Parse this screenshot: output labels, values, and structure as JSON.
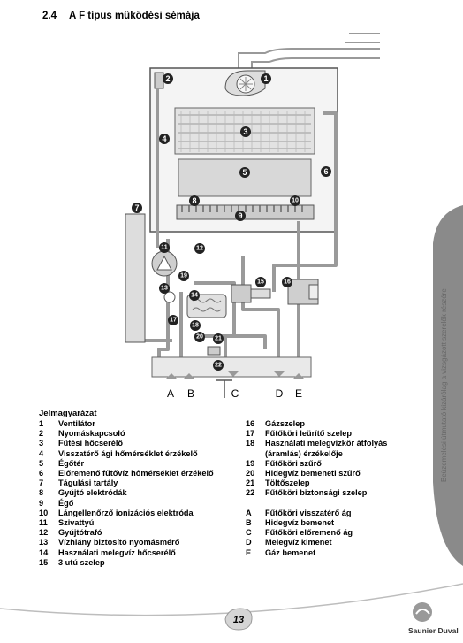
{
  "heading": {
    "number": "2.4",
    "title": "A F típus működési sémája"
  },
  "diagram": {
    "callouts": [
      "1",
      "2",
      "3",
      "4",
      "5",
      "6",
      "7",
      "8",
      "9",
      "10",
      "11",
      "12",
      "13",
      "14",
      "15",
      "16",
      "17",
      "18",
      "19",
      "20",
      "21",
      "22"
    ],
    "connections": [
      "A",
      "B",
      "C",
      "D",
      "E"
    ]
  },
  "legend": {
    "title": "Jelmagyarázat",
    "left": [
      {
        "k": "1",
        "v": "Ventilátor"
      },
      {
        "k": "2",
        "v": "Nyomáskapcsoló"
      },
      {
        "k": "3",
        "v": "Fűtési hőcserélő"
      },
      {
        "k": "4",
        "v": "Visszatérő ági hőmérséklet érzékelő"
      },
      {
        "k": "5",
        "v": "Égőtér"
      },
      {
        "k": "6",
        "v": "Előremenő fűtővíz hőmérséklet érzékelő"
      },
      {
        "k": "7",
        "v": "Tágulási tartály"
      },
      {
        "k": "8",
        "v": "Gyújtó elektródák"
      },
      {
        "k": "9",
        "v": "Égő"
      },
      {
        "k": "10",
        "v": "Lángellenőrző ionizációs elektróda"
      },
      {
        "k": "11",
        "v": "Szivattyú"
      },
      {
        "k": "12",
        "v": "Gyújtótrafó"
      },
      {
        "k": "13",
        "v": "Vízhiány biztosító nyomásmérő"
      },
      {
        "k": "14",
        "v": "Használati melegvíz hőcserélő"
      },
      {
        "k": "15",
        "v": "3 utú szelep"
      }
    ],
    "right": [
      {
        "k": "16",
        "v": "Gázszelep"
      },
      {
        "k": "17",
        "v": "Fűtőköri leürítő szelep"
      },
      {
        "k": "18",
        "v": "Használati melegvízkör átfolyás"
      },
      {
        "k": "",
        "v": "(áramlás) érzékelője"
      },
      {
        "k": "19",
        "v": "Fűtőköri szűrő"
      },
      {
        "k": "20",
        "v": "Hidegvíz bemeneti szűrő"
      },
      {
        "k": "21",
        "v": "Töltőszelep"
      },
      {
        "k": "22",
        "v": "Fűtőköri biztonsági szelep"
      },
      {
        "k": "",
        "v": ""
      },
      {
        "k": "A",
        "v": "Fűtőköri visszatérő ág"
      },
      {
        "k": "B",
        "v": "Hidegvíz bemenet"
      },
      {
        "k": "C",
        "v": "Fűtőköri előremenő ág"
      },
      {
        "k": "D",
        "v": "Melegvíz kimenet"
      },
      {
        "k": "E",
        "v": "Gáz bemenet"
      }
    ]
  },
  "side_text": "Beüzemelési útmutató kizárólag a vizsgázott szerelők részére",
  "page_number": "13",
  "brand": "Saunier Duval",
  "colors": {
    "pipe_gray": "#9a9a9a",
    "box_gray": "#e6e6e6",
    "side_tab": "#8a8a8a",
    "footer_line": "#bdbdbd"
  }
}
